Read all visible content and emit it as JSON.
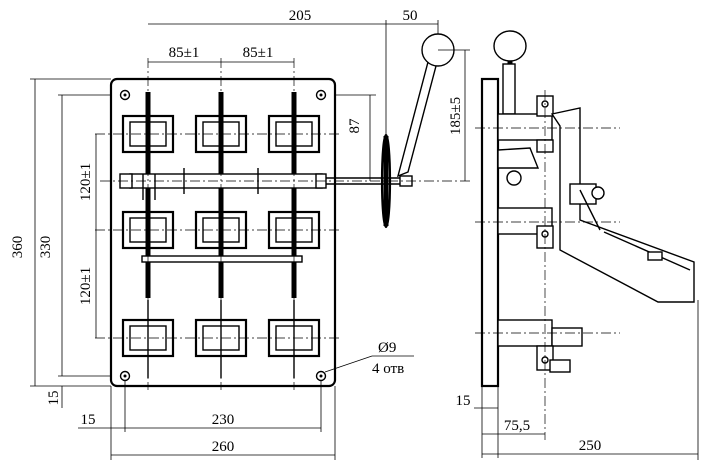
{
  "dimensions": {
    "front_view": {
      "overall_height": "360",
      "mount_height": "330",
      "pole_spacing_left": "85±1",
      "pole_spacing_right": "85±1",
      "row_spacing_upper": "120±1",
      "row_spacing_lower": "120±1",
      "handle_offset_vertical": "87",
      "handle_travel": "185±5",
      "handle_reach": "205",
      "handle_width": "50",
      "bottom_margin": "15",
      "left_margin": "15",
      "mount_width": "230",
      "overall_width": "260"
    },
    "hole_callout": {
      "diameter": "Ø9",
      "count": "4 отв"
    },
    "side_view": {
      "base_offset": "15",
      "depth_to_contact": "75,5",
      "overall_depth": "250"
    }
  }
}
